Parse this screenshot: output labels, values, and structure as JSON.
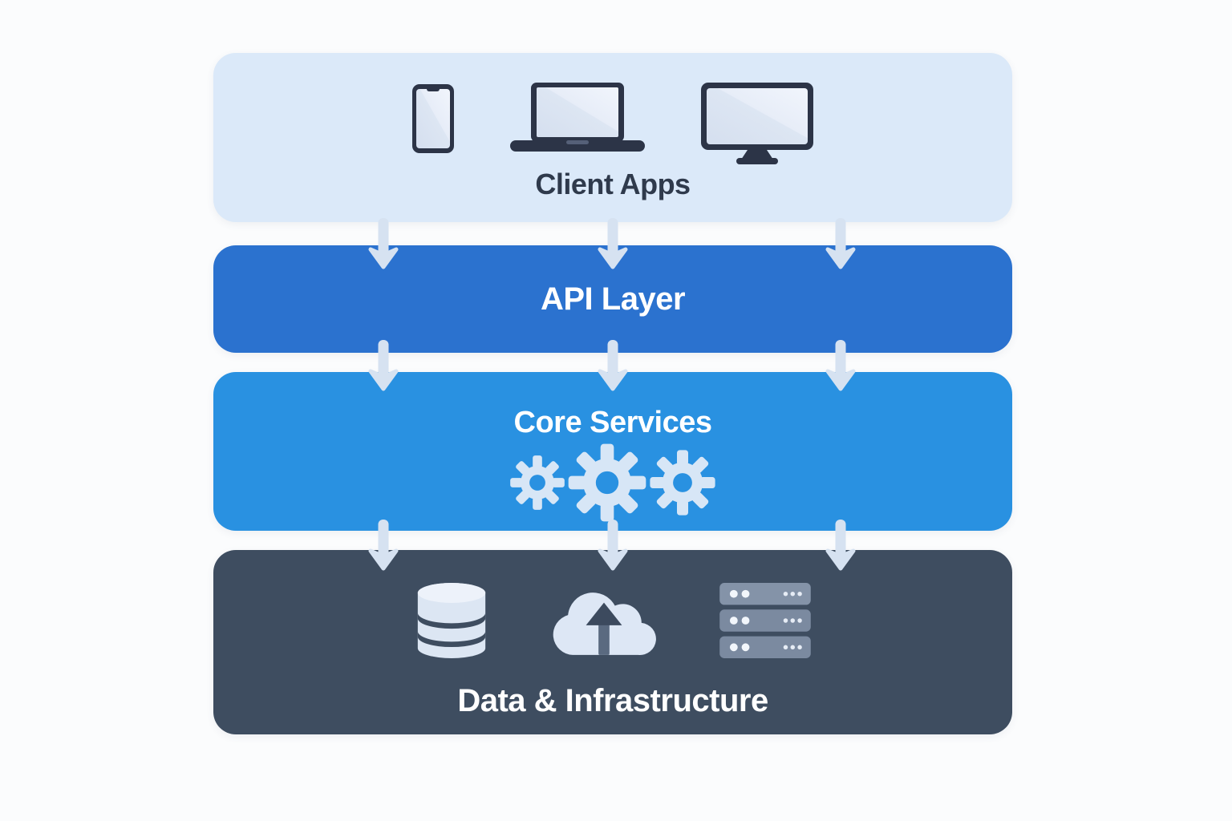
{
  "diagram": {
    "type": "layered-architecture-flow",
    "background_color": "#fbfcfd",
    "arrow_color": "#d6e2f1",
    "layers": [
      {
        "id": "client-apps",
        "label": "Client Apps",
        "bg_color": "#dbe9f9",
        "text_color": "#2f3a4c",
        "icons": [
          "smartphone-icon",
          "laptop-icon",
          "desktop-monitor-icon"
        ]
      },
      {
        "id": "api-layer",
        "label": "API Layer",
        "bg_color": "#2b72cf",
        "text_color": "#ffffff",
        "icons": []
      },
      {
        "id": "core-services",
        "label": "Core Services",
        "bg_color": "#2991e1",
        "text_color": "#ffffff",
        "icons": [
          "gear-small-icon",
          "gear-large-icon",
          "gear-medium-icon"
        ]
      },
      {
        "id": "data-infrastructure",
        "label": "Data & Infrastructure",
        "bg_color": "#3e4d60",
        "text_color": "#ffffff",
        "icons": [
          "database-icon",
          "cloud-upload-icon",
          "server-rack-icon"
        ]
      }
    ],
    "connections": [
      {
        "from": "Client Apps",
        "to": "API Layer",
        "arrow_count": 3
      },
      {
        "from": "API Layer",
        "to": "Core Services",
        "arrow_count": 3
      },
      {
        "from": "Core Services",
        "to": "Data & Infrastructure",
        "arrow_count": 3
      }
    ]
  }
}
